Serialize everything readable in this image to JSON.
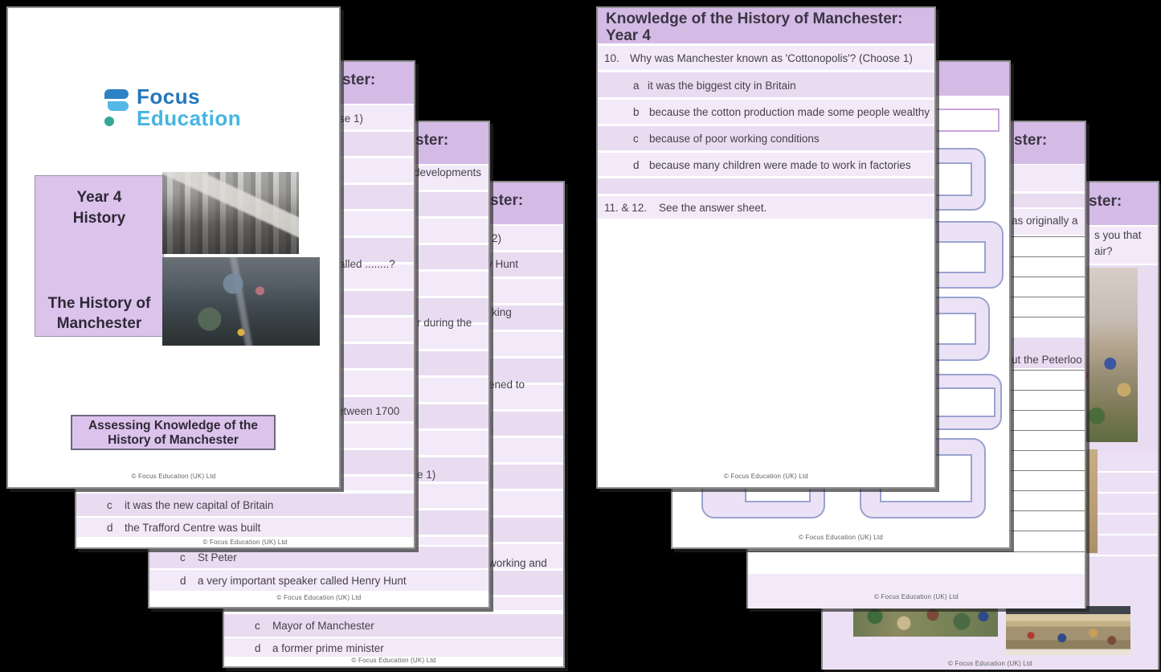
{
  "copyright": "© Focus Education (UK) Ltd",
  "colors": {
    "header_purple": "#d4bbe6",
    "row_light": "#f2eaf8",
    "row_dark": "#e9dcf1",
    "panel_purple": "#dcc3ec",
    "focus_blue": "#2278bd",
    "education_blue": "#45b5e2",
    "teal_dot": "#35a893",
    "frame_border": "#9aa3d0",
    "page_border": "#8e8e8e"
  },
  "cover": {
    "logo": {
      "word1": "Focus",
      "word2": "Education"
    },
    "year_box": {
      "line1": "Year 4",
      "line2": "History",
      "line3": "The History of",
      "line4": "Manchester"
    },
    "assess_box": {
      "line1": "Assessing Knowledge of the",
      "line2": "History of Manchester"
    }
  },
  "p2": {
    "header_fragment": "ster:",
    "fragments": [
      "se 1)",
      "alled ........?",
      "etween 1700"
    ],
    "options": [
      {
        "letter": "c",
        "text": "it was the new capital of Britain"
      },
      {
        "letter": "d",
        "text": "the Trafford Centre was built"
      }
    ]
  },
  "p3": {
    "header_fragment": "ster:",
    "fragments": [
      "developments",
      "r during the",
      "e 1)"
    ],
    "options": [
      {
        "letter": "c",
        "text": "St Peter"
      },
      {
        "letter": "d",
        "text": "a very important speaker called Henry Hunt"
      }
    ]
  },
  "p4": {
    "header_fragment": "ster:",
    "fragments": [
      "2)",
      "y Hunt",
      "king",
      "ened to",
      "working and"
    ],
    "options": [
      {
        "letter": "c",
        "text": "Mayor of Manchester"
      },
      {
        "letter": "d",
        "text": "a former prime minister"
      }
    ]
  },
  "p6": {
    "title_line1": "Knowledge of the History of Manchester:",
    "title_line2": "Year 4",
    "question_number": "10.",
    "question_text": "Why was Manchester known as 'Cottonopolis'? (Choose 1)",
    "options": [
      {
        "letter": "a",
        "text": "it was the biggest city in Britain"
      },
      {
        "letter": "b",
        "text": "because the cotton production made some people wealthy"
      },
      {
        "letter": "c",
        "text": "because of poor working conditions"
      },
      {
        "letter": "d",
        "text": "because many children were made to work in factories"
      }
    ],
    "note_number": "11. & 12.",
    "note_text": "See the answer sheet."
  },
  "p8": {
    "header_fragment": "ster:",
    "fragments": [
      "as originally a",
      "ut the Peterloo"
    ]
  },
  "p9": {
    "header_fragment": "ster:",
    "fragments": [
      "s you that",
      "air?"
    ]
  }
}
